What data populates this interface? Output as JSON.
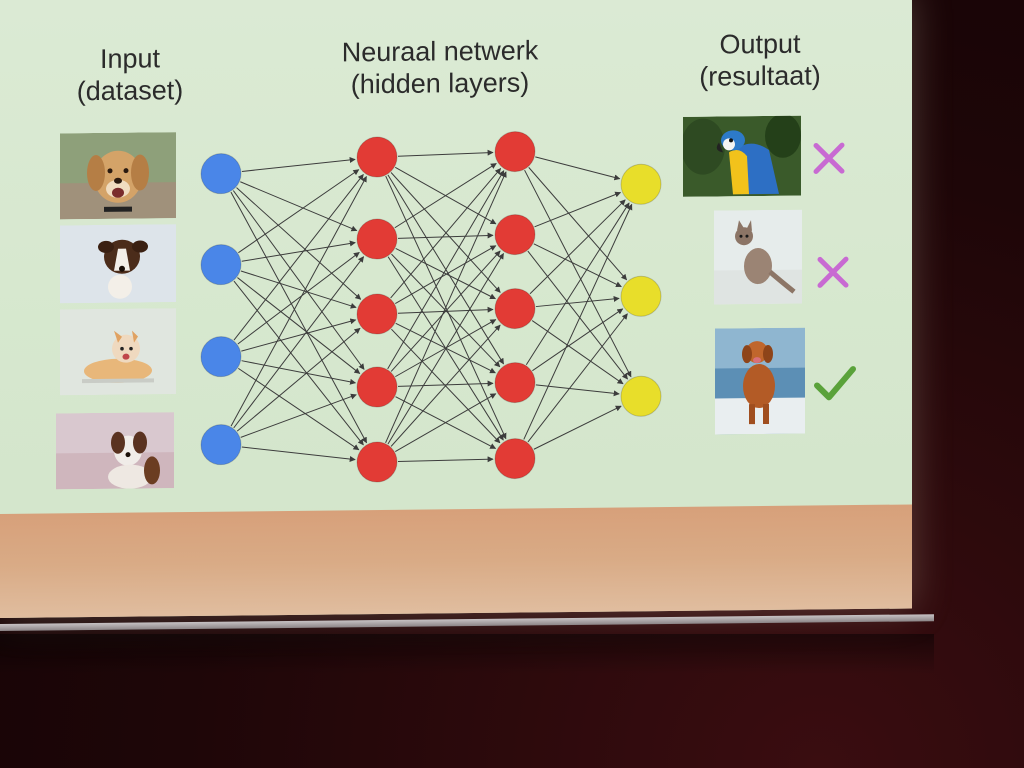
{
  "slide": {
    "input_heading": "Input",
    "input_subheading": "(dataset)",
    "network_heading": "Neuraal netwerk",
    "network_subheading": "(hidden layers)",
    "output_heading": "Output",
    "output_subheading": "(resultaat)"
  },
  "inputs": [
    {
      "subject": "dog"
    },
    {
      "subject": "dog"
    },
    {
      "subject": "dog"
    },
    {
      "subject": "dog"
    }
  ],
  "outputs": [
    {
      "subject": "parrot",
      "mark": "cross-icon"
    },
    {
      "subject": "cat",
      "mark": "cross-icon"
    },
    {
      "subject": "dog",
      "mark": "check-icon"
    }
  ],
  "colors": {
    "input_node": "#4a86e8",
    "hidden_node": "#e23b35",
    "output_node": "#e8de2a",
    "cross": "#c86ad2",
    "check": "#5aa23a"
  }
}
